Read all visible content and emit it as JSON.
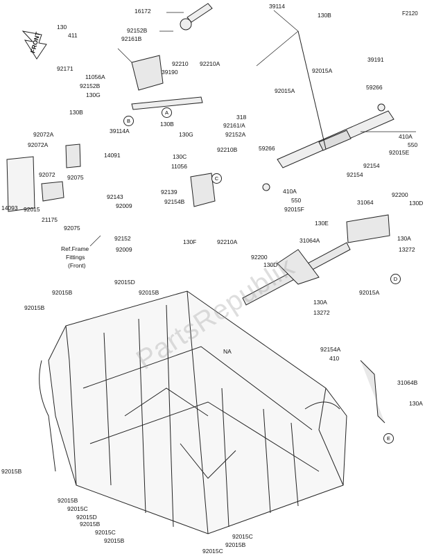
{
  "diagram_code": "F2120",
  "front_label": "FRONT",
  "watermark": "PartsRepublik",
  "ref_note": [
    "Ref.Frame",
    "Fittings",
    "(Front)"
  ],
  "callouts": [
    "A",
    "B",
    "C",
    "D",
    "E"
  ],
  "parts": [
    "16172",
    "39114",
    "130B",
    "130",
    "411",
    "92152B",
    "92161B",
    "92171",
    "11056A",
    "92152B",
    "130G",
    "130B",
    "39114A",
    "130B",
    "92210",
    "39190",
    "92210A",
    "39191",
    "92015A",
    "59266",
    "92015A",
    "130G",
    "318",
    "92161/A",
    "92152A",
    "410A",
    "550",
    "92015E",
    "92072A",
    "92072A",
    "14091",
    "130C",
    "11056",
    "92210B",
    "92072",
    "92075",
    "59266",
    "92154",
    "92154",
    "92139",
    "92154B",
    "92143",
    "92009",
    "14093",
    "92015",
    "21175",
    "92075",
    "130F",
    "92210A",
    "92152",
    "92009",
    "410A",
    "550",
    "92015F",
    "92200",
    "130D",
    "31064",
    "130E",
    "130A",
    "13272",
    "31064A",
    "92200",
    "130D",
    "92015A",
    "130A",
    "13272",
    "92015D",
    "92015B",
    "92015B",
    "92015B",
    "NA",
    "92154A",
    "410",
    "31064B",
    "130A",
    "92015B",
    "92015B",
    "92015C",
    "92015D",
    "92015B",
    "92015C",
    "92015B",
    "92015C",
    "92015B",
    "92015C"
  ]
}
